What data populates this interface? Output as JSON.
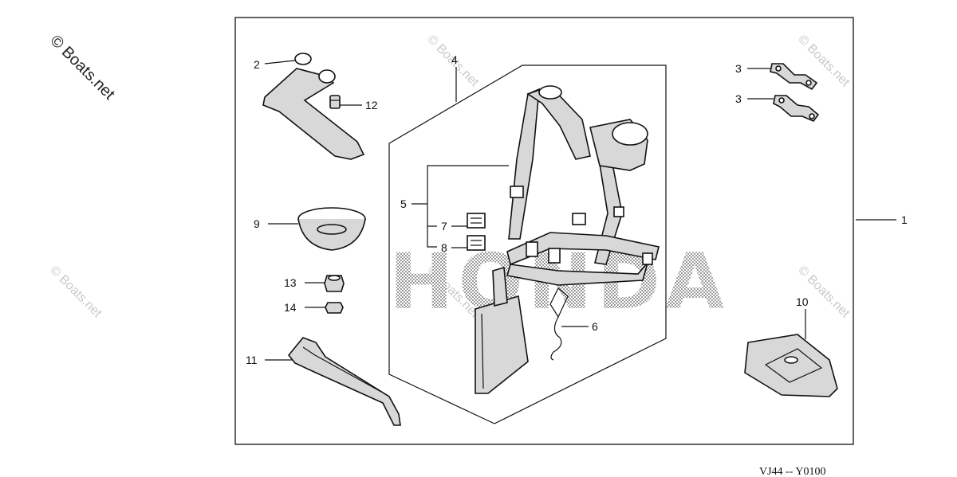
{
  "watermark": {
    "main": "© Boats.net",
    "repeat": "© Boats.net"
  },
  "brand_text": "HONDA",
  "reference_code": "VJ44 -- Y0100",
  "callouts": {
    "c1": "1",
    "c2": "2",
    "c3a": "3",
    "c3b": "3",
    "c4": "4",
    "c5": "5",
    "c6": "6",
    "c7": "7",
    "c8": "8",
    "c9": "9",
    "c10": "10",
    "c11": "11",
    "c12": "12",
    "c13": "13",
    "c14": "14"
  }
}
